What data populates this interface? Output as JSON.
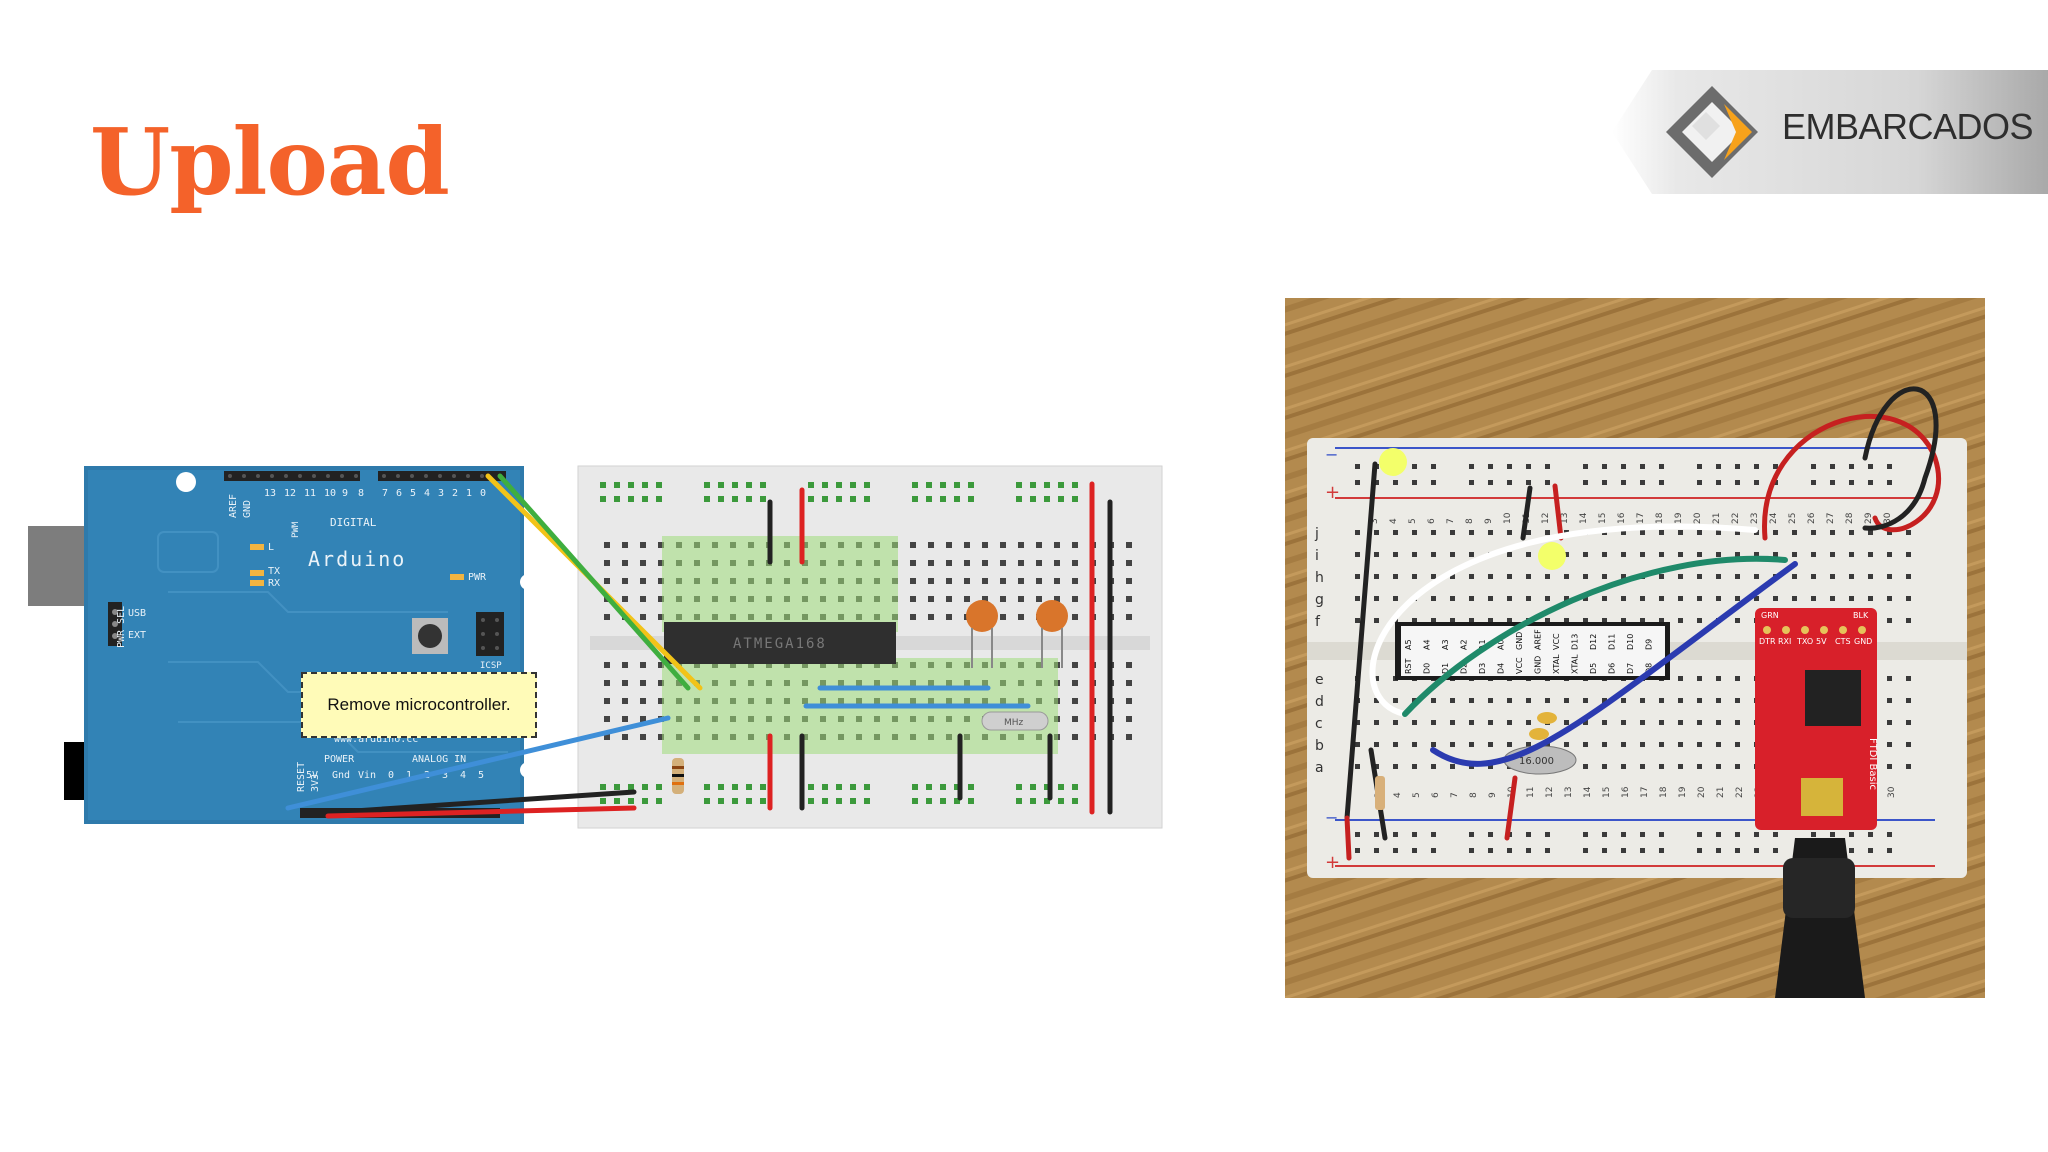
{
  "slide": {
    "title": "Upload"
  },
  "logo": {
    "text": "EMBARCADOS"
  },
  "schematic": {
    "board_name": "Arduino",
    "header_labels": [
      "AREF",
      "GND",
      "13",
      "12",
      "11",
      "10",
      "9",
      "8",
      "7",
      "6",
      "5",
      "4",
      "3",
      "2",
      "1",
      "0"
    ],
    "digital_label": "DIGITAL",
    "pwm_label": "PWM",
    "tx_label": "TX",
    "rx_label": "RX",
    "l_label": "L",
    "pwr_label": "PWR",
    "pwr_sel_label": "PWR SEL",
    "usb_label": "USB",
    "ext_label": "EXT",
    "icsp_label": "ICSP",
    "website": "www.arduino.cc",
    "power_label": "POWER",
    "analog_label": "ANALOG IN",
    "reset_label": "RESET",
    "v33_label": "3V3",
    "v5_label": "5V",
    "gnd_label": "Gnd",
    "vin_label": "Vin",
    "analog_pins": [
      "0",
      "1",
      "2",
      "3",
      "4",
      "5"
    ],
    "callout": "Remove microcontroller.",
    "chip_label": "ATMEGA168",
    "crystal_label": "MHz"
  },
  "photo": {
    "chip_pin_labels": [
      "RST",
      "D0",
      "D1",
      "D2",
      "D3",
      "D4",
      "VCC",
      "GND",
      "XTAL",
      "XTAL",
      "D5",
      "D6",
      "D7",
      "D8"
    ],
    "chip_pin_labels_top": [
      "A5",
      "A4",
      "A3",
      "A2",
      "A1",
      "A0",
      "GND",
      "AREF",
      "VCC",
      "D13",
      "D12",
      "D11",
      "D10",
      "D9"
    ],
    "ftdi_pins": [
      "DTR",
      "RXI",
      "TXO",
      "5V",
      "CTS",
      "GND"
    ],
    "ftdi_top": [
      "GRN",
      "BLK"
    ],
    "ftdi_side": "FTDI Basic",
    "crystal_label": "16.000",
    "row_letters_left": [
      "j",
      "i",
      "h",
      "g",
      "f"
    ],
    "row_letters_left2": [
      "e",
      "d",
      "c",
      "b",
      "a"
    ],
    "col_numbers": [
      "3",
      "4",
      "5",
      "6",
      "7",
      "8",
      "9",
      "10",
      "11",
      "12",
      "13",
      "14",
      "15",
      "16",
      "17",
      "18",
      "19",
      "20",
      "21",
      "22",
      "23",
      "24",
      "25",
      "26",
      "27",
      "28",
      "29",
      "30"
    ],
    "plus": "+",
    "minus": "−"
  }
}
